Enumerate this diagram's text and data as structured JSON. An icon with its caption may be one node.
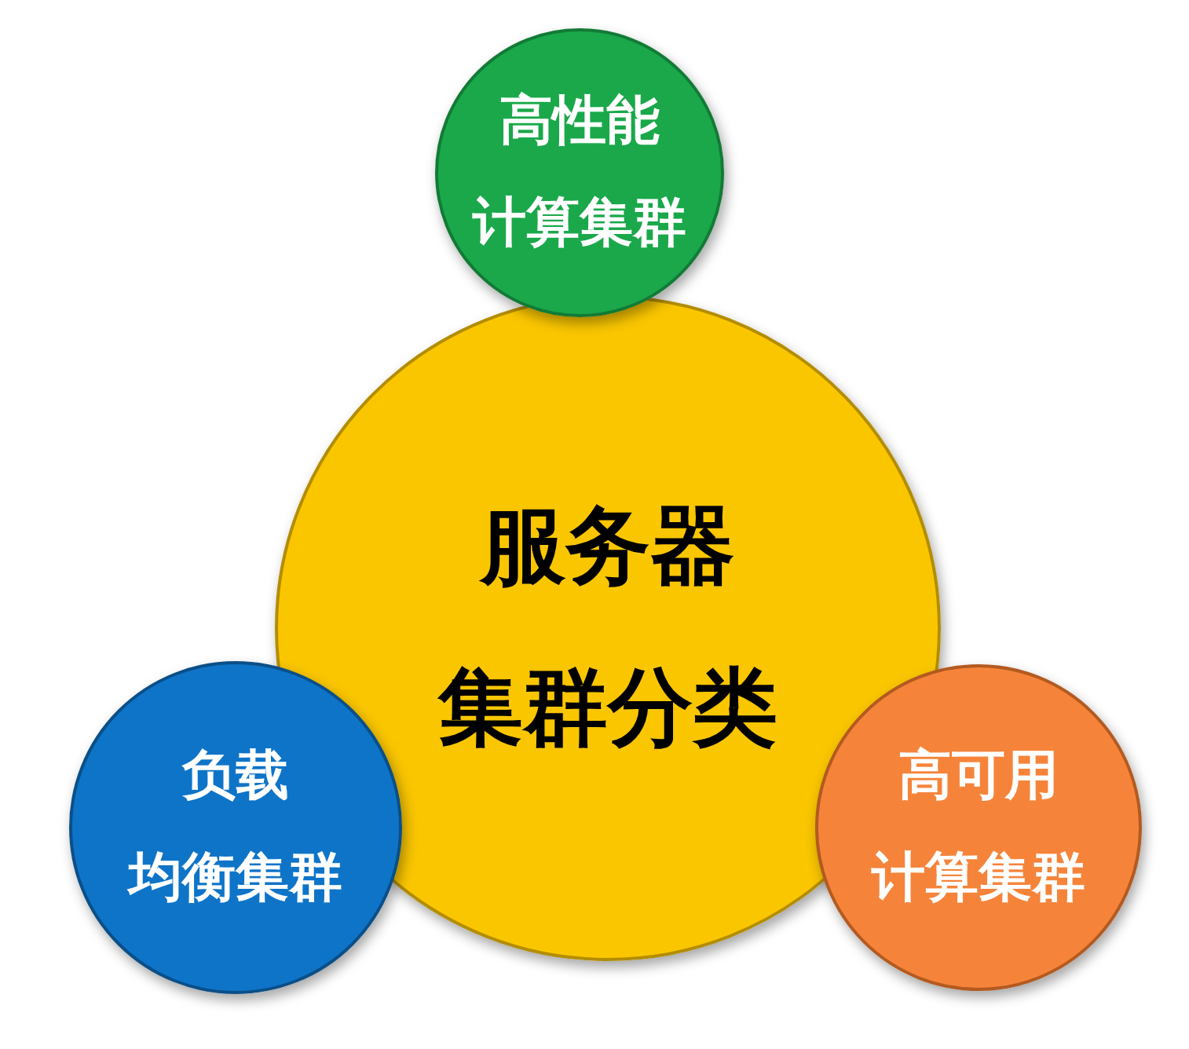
{
  "diagram": {
    "nodes": [
      {
        "text": [
          "高性能计算集群"
        ]
      },
      {
        "text": [
          "服务器集群分类"
        ]
      },
      {
        "text": [
          "负载均衡集群"
        ]
      },
      {
        "text": [
          "高可用计算集群"
        ]
      }
    ]
  }
}
